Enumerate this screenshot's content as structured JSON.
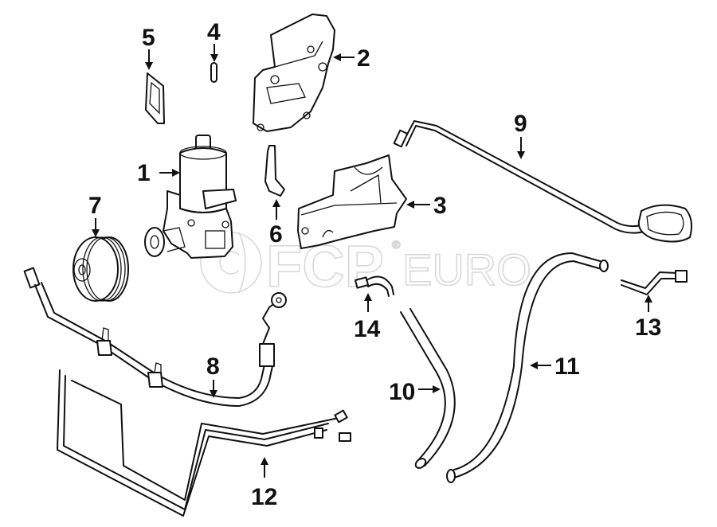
{
  "diagram": {
    "title": "Power steering pump and lines parts diagram",
    "watermark": {
      "brand_primary": "FCP",
      "brand_secondary": "EURO",
      "registered_mark": "®"
    },
    "callouts": [
      {
        "number": "1",
        "part": "power-steering-pump"
      },
      {
        "number": "2",
        "part": "pump-bracket"
      },
      {
        "number": "3",
        "part": "bracket"
      },
      {
        "number": "4",
        "part": "seal"
      },
      {
        "number": "5",
        "part": "gasket"
      },
      {
        "number": "6",
        "part": "support-strap"
      },
      {
        "number": "7",
        "part": "pulley"
      },
      {
        "number": "8",
        "part": "pressure-hose"
      },
      {
        "number": "9",
        "part": "return-line"
      },
      {
        "number": "10",
        "part": "hose"
      },
      {
        "number": "11",
        "part": "hose"
      },
      {
        "number": "12",
        "part": "cooler-lines"
      },
      {
        "number": "13",
        "part": "fitting-tube"
      },
      {
        "number": "14",
        "part": "fitting-elbow"
      }
    ],
    "colors": {
      "line": "#111111",
      "background": "#ffffff",
      "watermark_outline": "#d6d6d6"
    }
  }
}
